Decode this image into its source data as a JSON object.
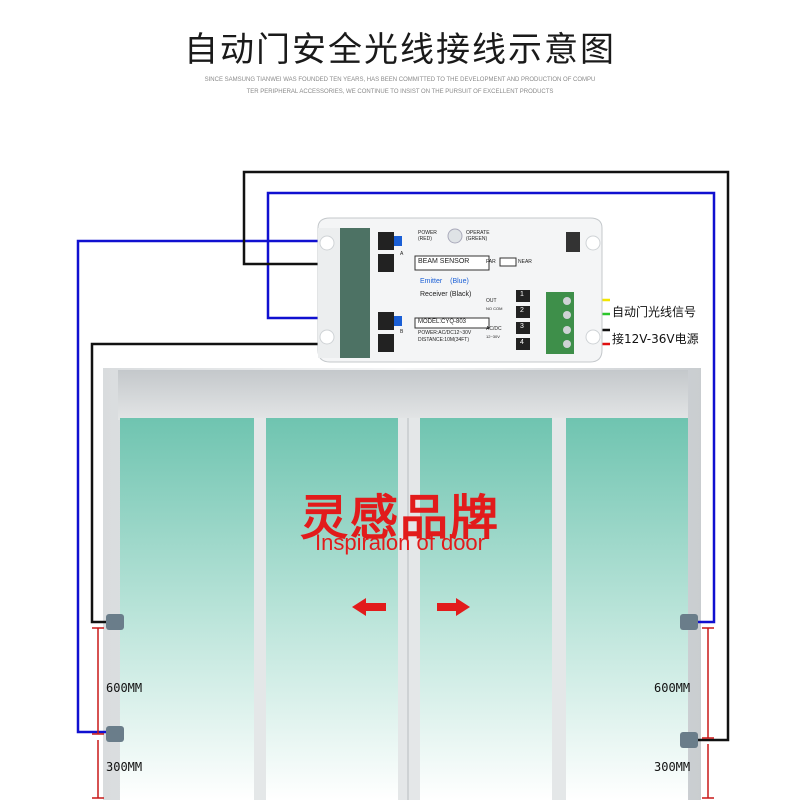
{
  "title": "自动门安全光线接线示意图",
  "subtitle_line1": "SINCE SAMSUNG TIANWEI WAS FOUNDED TEN YEARS, HAS BEEN COMMITTED TO THE DEVELOPMENT AND PRODUCTION OF COMPU",
  "subtitle_line2": "TER PERIPHERAL ACCESSORIES, WE CONTINUE TO INSIST ON THE PURSUIT OF EXCELLENT PRODUCTS",
  "device": {
    "power_label": "POWER",
    "power_color": "(RED)",
    "operate_label": "OPERATE",
    "operate_color": "(GREEN)",
    "beam_sensor": "BEAM SENSOR",
    "emitter": "Emitter",
    "emitter_color": "(Blue)",
    "receiver": "Receiver (Black)",
    "model": "MODEL:CYQ-803",
    "power_spec": "POWER:AC/DC12~30V",
    "distance": "DISTANCE:10M(34FT)",
    "far": "FAR",
    "near": "NEAR",
    "out": "OUT",
    "no_com": "NO COM",
    "acdc": "AC/DC",
    "volt": "12~30V",
    "terminals": [
      "1",
      "2",
      "3",
      "4"
    ],
    "marker_a": "A",
    "marker_b": "B"
  },
  "wire_labels": {
    "signal": "自动门光线信号",
    "power": "接12V-36V电源"
  },
  "brand": {
    "cn": "灵感品牌",
    "en": "Inspiraion of door"
  },
  "measures": {
    "left_upper": "600MM",
    "left_lower": "300MM",
    "right_upper": "600MM",
    "right_lower": "300MM"
  },
  "colors": {
    "blue_wire": "#1010d0",
    "black_wire": "#111111",
    "yellow_wire": "#f2e600",
    "green_wire": "#2cc72c",
    "red_wire": "#e01010",
    "dimension": "#c81818",
    "brand": "#e21b1b",
    "glass_top": "#7ccab8",
    "door_frame": "#cfd3d6"
  },
  "icons": [
    "left-arrow-icon",
    "right-arrow-icon",
    "sensor-lens-icon"
  ]
}
